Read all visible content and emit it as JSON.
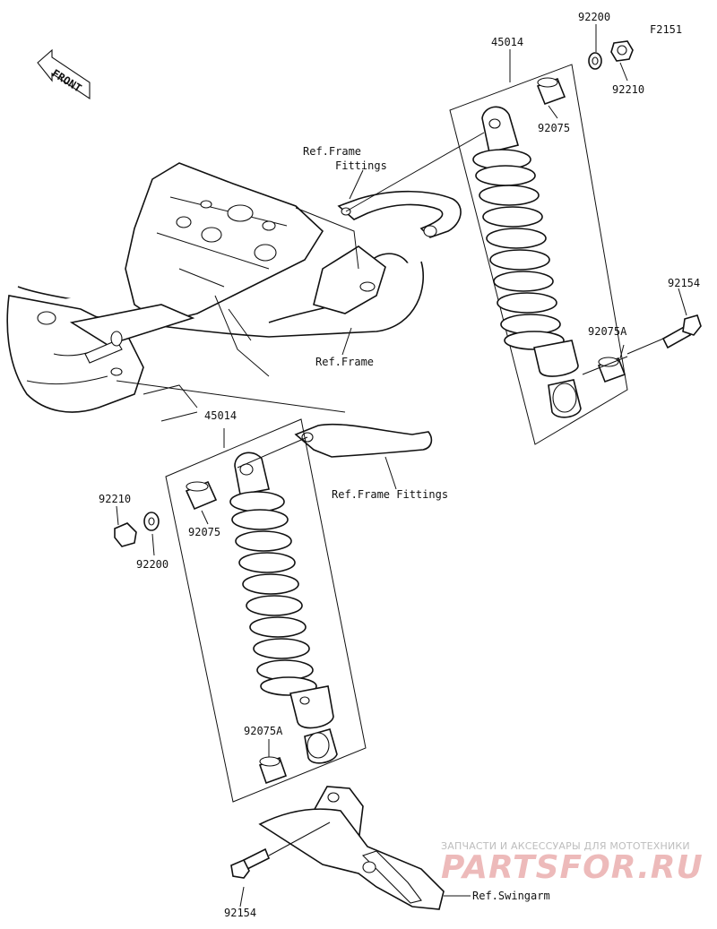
{
  "figure_code": "F2151",
  "front_label": "FRONT",
  "labels": {
    "shock_absorber_upper": "45014",
    "shock_absorber_lower": "45014",
    "washer_upper": "92200",
    "nut_upper": "92210",
    "collar_upper": "92075",
    "collar_a_upper": "92075A",
    "bolt_upper": "92154",
    "nut_lower": "92210",
    "washer_lower": "92200",
    "collar_lower": "92075",
    "collar_a_lower": "92075A",
    "bolt_lower": "92154"
  },
  "refs": {
    "frame_fittings_top_line1": "Ref.Frame",
    "frame_fittings_top_line2": "Fittings",
    "frame": "Ref.Frame",
    "frame_fittings_mid": "Ref.Frame Fittings",
    "swingarm": "Ref.Swingarm"
  },
  "watermark": {
    "tagline": "ЗАПЧАСТИ И АКСЕССУАРЫ ДЛЯ МОТОТЕХНИКИ",
    "logo": "PARTSFOR.RU"
  }
}
